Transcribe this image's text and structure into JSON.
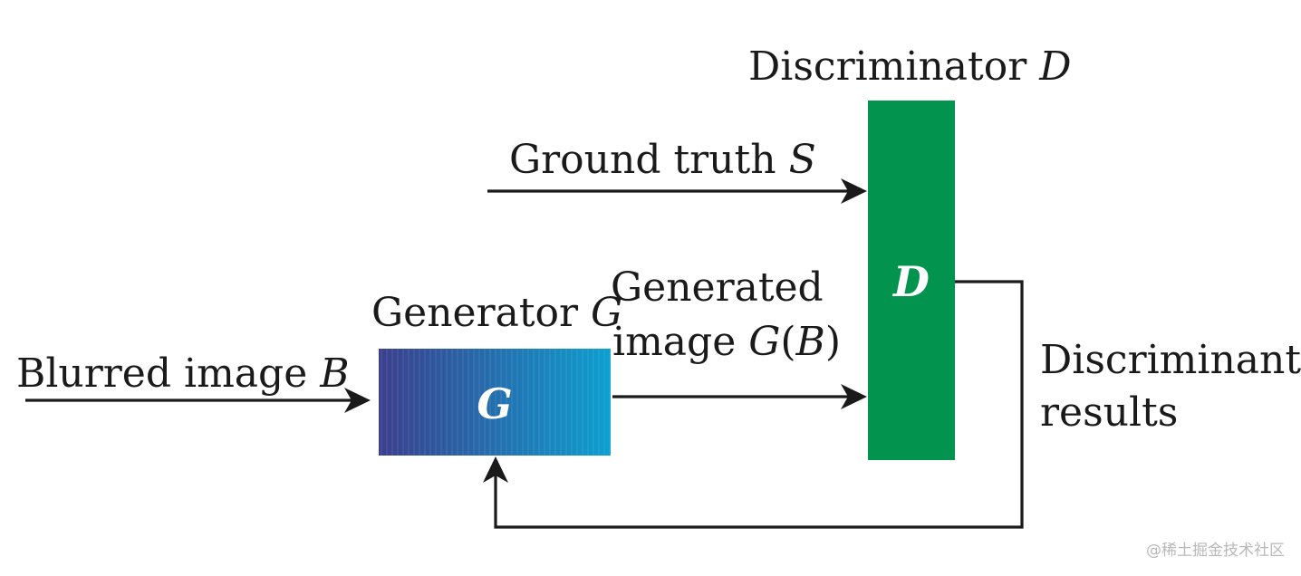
{
  "colors": {
    "discriminator_fill": "#02944f",
    "generator_gradient_start": "#3b3f8d",
    "generator_gradient_end": "#0d9fd0",
    "line": "#1a1a1a"
  },
  "discriminator": {
    "title_text": "Discriminator ",
    "title_symbol": "D",
    "box_letter": "D"
  },
  "generator": {
    "title_text": "Generator ",
    "title_symbol": "G",
    "box_letter": "G"
  },
  "inputs": {
    "ground_truth_text": "Ground truth ",
    "ground_truth_symbol": "S",
    "blurred_text": "Blurred image ",
    "blurred_symbol": "B"
  },
  "generated": {
    "line1": "Generated",
    "line2_text": "image ",
    "line2_symbol": "G",
    "line2_paren_open": "(",
    "line2_arg": "B",
    "line2_paren_close": ")"
  },
  "output": {
    "line1": "Discriminant",
    "line2": "results"
  },
  "watermark": "@稀土掘金技术社区"
}
